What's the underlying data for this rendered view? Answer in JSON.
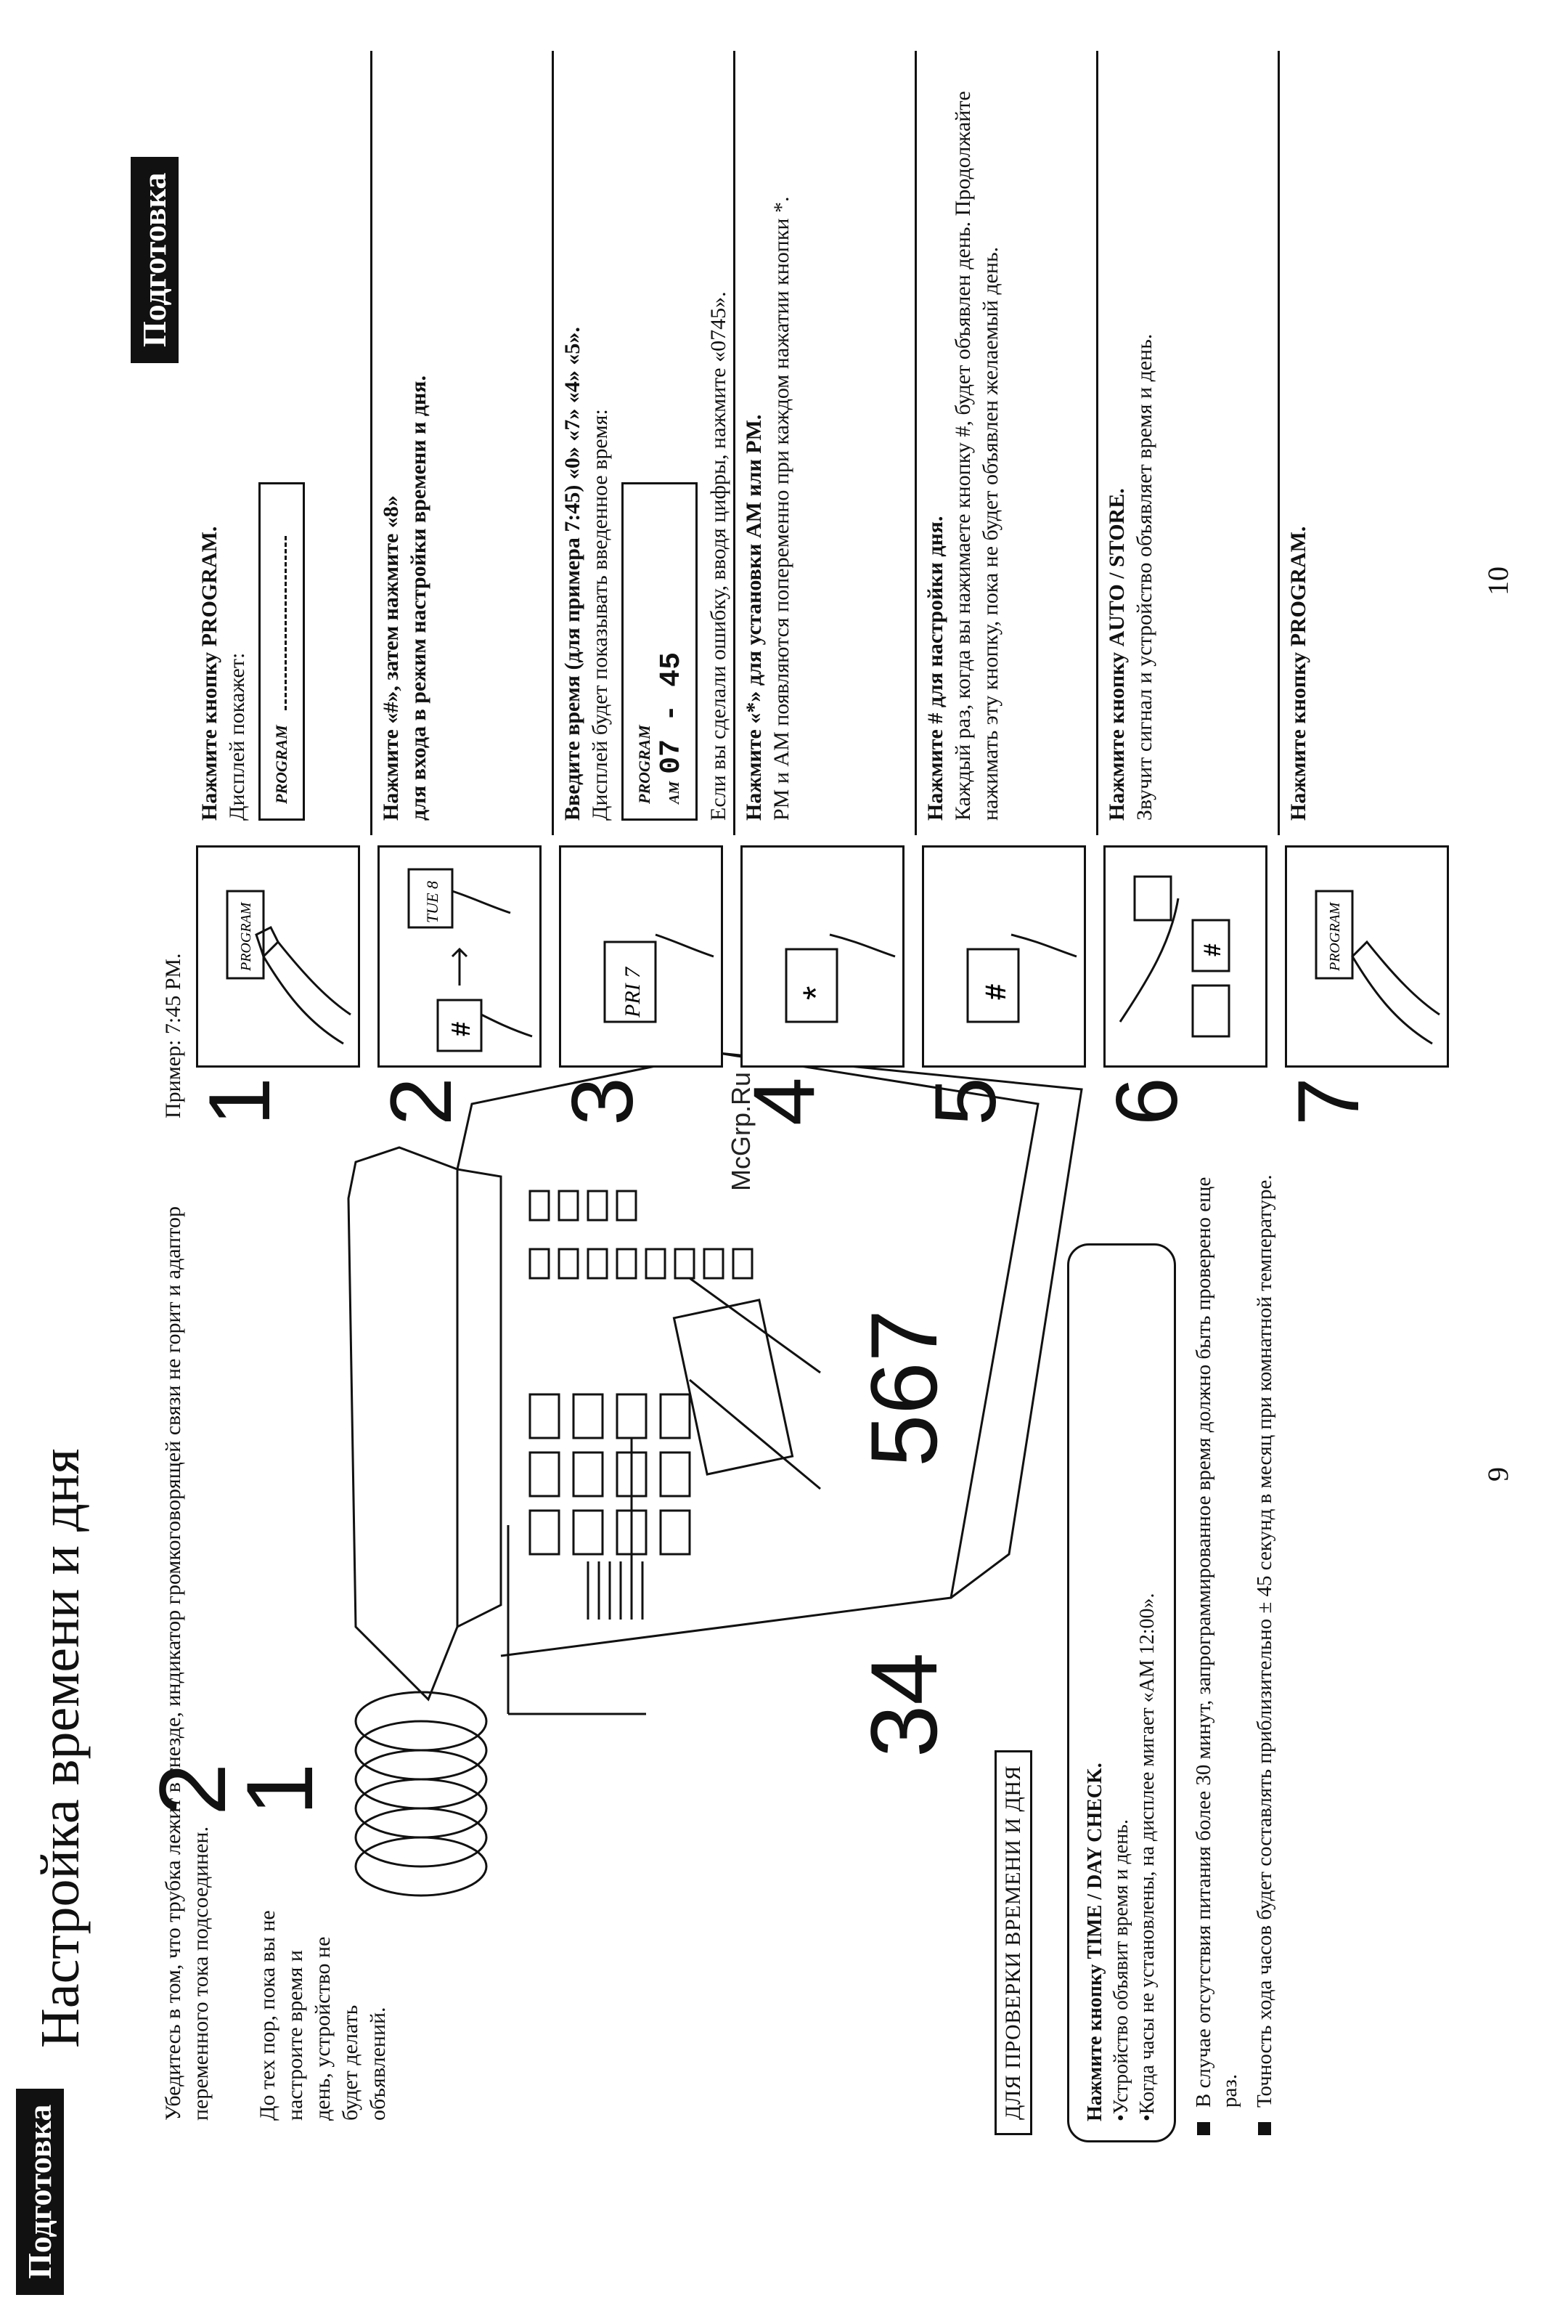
{
  "left_page": {
    "header": "Подготовка",
    "title": "Настройка времени и дня",
    "intro": "Убедитесь в том, что трубка лежит в гнезде, индикатор громкоговорящей связи не горит и адаптор переменного тока подсоединен.",
    "note": "До тех пор, пока вы не настроите время и день, устройство не будет делать объявлений.",
    "callouts": [
      "1",
      "2",
      "34",
      "567"
    ],
    "check": {
      "header": "ДЛЯ ПРОВЕРКИ ВРЕМЕНИ И ДНЯ",
      "line1": "Нажмите кнопку TIME / DAY CHECK.",
      "line2": "•Устройство объявит время и день.",
      "line3": "•Когда часы не установлены, на дисплее мигает «AM 12:00»."
    },
    "notes": [
      "В случае отсутствия питания более 30 минут, запрограммированное время должно быть проверено еще раз.",
      "Точность хода часов будет составлять приблизительно ± 45 секунд в месяц при комнатной температуре."
    ],
    "page_number": "9"
  },
  "watermark": "McGrp.Ru",
  "right_page": {
    "header": "Подготовка",
    "example": "Пример: 7:45 PM.",
    "steps": [
      {
        "num": "1",
        "key": "PROGRAM",
        "title": "Нажмите кнопку PROGRAM.",
        "text": "Дисплей покажет:",
        "display": "PROGRAM"
      },
      {
        "num": "2",
        "key_a": "#",
        "key_b": "TUE 8",
        "title": "Нажмите «#», затем нажмите «8»",
        "text": "для входа в режим настройки времени и дня."
      },
      {
        "num": "3",
        "key": "PRI 7",
        "title": "Введите время (для примера 7:45) «0» «7» «4» «5».",
        "text": "Дисплей будет показывать введенное время:",
        "display": "PROGRAM",
        "display_am": "AM",
        "display_value": "07 - 45",
        "text2": "Если вы сделали ошибку, вводя цифры, нажмите «0745»."
      },
      {
        "num": "4",
        "key": "*",
        "title": "Нажмите «*» для установки AM или PM.",
        "text": "PM и AM появляются попеременно при каждом нажатии кнопки *."
      },
      {
        "num": "5",
        "key": "#",
        "title": "Нажмите # для настройки дня.",
        "text": "Каждый раз, когда вы нажимаете кнопку #, будет объявлен день. Продолжайте нажимать эту кнопку, пока не будет объявлен желаемый день."
      },
      {
        "num": "6",
        "key": "#",
        "title": "Нажмите кнопку AUTO / STORE.",
        "text": "Звучит сигнал и устройство объявляет время и день."
      },
      {
        "num": "7",
        "key": "PROGRAM",
        "title": "Нажмите кнопку PROGRAM.",
        "text": ""
      }
    ],
    "page_number": "10"
  }
}
